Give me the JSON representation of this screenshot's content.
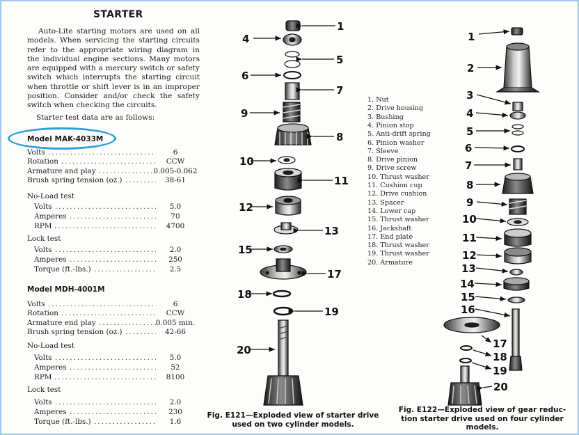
{
  "section": {
    "title": "STARTER",
    "intro": "Auto-Lite starting motors are used on all models. When servicing the starting circuits refer to the appropriate wiring diagram in the individual engine sections. Many motors are equipped with a mercury switch or safety switch which interrupts the starting circuit when throttle or shift lever is in an improper position. Consider and/or check the safety switch when checking the circuits.",
    "test_data_line": "Starter test data are as follows:"
  },
  "model_1": {
    "title": "Model MAK-4033M",
    "specs": [
      {
        "label": "Volts",
        "value": "6"
      },
      {
        "label": "Rotation",
        "value": "CCW"
      },
      {
        "label": "Armature and play",
        "value": "0.005-0.062"
      },
      {
        "label": "Brush spring tension (oz.)",
        "value": "38-61"
      }
    ],
    "no_load": {
      "title": "No-Load test",
      "specs": [
        {
          "label": "Volts",
          "value": "5.0"
        },
        {
          "label": "Amperes",
          "value": "70"
        },
        {
          "label": "RPM",
          "value": "4700"
        }
      ]
    },
    "lock": {
      "title": "Lock test",
      "specs": [
        {
          "label": "Volts",
          "value": "2.0"
        },
        {
          "label": "Amperes",
          "value": "250"
        },
        {
          "label": "Torque (ft.-lbs.)",
          "value": "2.5"
        }
      ]
    }
  },
  "model_2": {
    "title": "Model MDH-4001M",
    "specs": [
      {
        "label": "Volts",
        "value": "6"
      },
      {
        "label": "Rotation",
        "value": "CCW"
      },
      {
        "label": "Armature end play",
        "value": "0.005 min."
      },
      {
        "label": "Brush spring tension (oz.)",
        "value": "42-66"
      }
    ],
    "no_load": {
      "title": "No-Load test",
      "specs": [
        {
          "label": "Volts",
          "value": "5.0"
        },
        {
          "label": "Amperes",
          "value": "52"
        },
        {
          "label": "RPM",
          "value": "8100"
        }
      ]
    },
    "lock": {
      "title": "Lock test",
      "specs": [
        {
          "label": "Volts",
          "value": "2.0"
        },
        {
          "label": "Amperes",
          "value": "230"
        },
        {
          "label": "Torque (ft.-lbs.)",
          "value": "1.6"
        }
      ]
    }
  },
  "parts_list": [
    "1. Nut",
    "2. Drive housing",
    "3. Bushing",
    "4. Pinion stop",
    "5. Anti-drift spring",
    "6. Pinion washer",
    "7. Sleeve",
    "8. Drive pinion",
    "9. Drive screw",
    "10. Thrust washer",
    "11. Cushion cup",
    "12. Drive cushion",
    "13. Spacer",
    "14. Lower cap",
    "15. Thrust washer",
    "16. Jackshaft",
    "17. End plate",
    "18. Thrust washer",
    "19. Thrust washer",
    "20. Armature"
  ],
  "fig_e121": {
    "caption_1": "Fig. E121—Exploded view of starter drive",
    "caption_2": "used on two cylinder models.",
    "callouts": [
      "1",
      "4",
      "5",
      "6",
      "7",
      "9",
      "8",
      "10",
      "11",
      "12",
      "13",
      "15",
      "17",
      "18",
      "19",
      "20"
    ]
  },
  "fig_e122": {
    "caption_1": "Fig. E122—Exploded view of gear reduc-",
    "caption_2": "tion starter drive used on four cylinder",
    "caption_3": "models.",
    "callouts": [
      "1",
      "2",
      "3",
      "4",
      "5",
      "6",
      "7",
      "8",
      "9",
      "10",
      "11",
      "12",
      "13",
      "14",
      "15",
      "16",
      "17",
      "18",
      "19",
      "20"
    ]
  },
  "colors": {
    "highlight": "#2ea0dc",
    "frame": "#9ec7e8",
    "ink": "#1a1a1a"
  }
}
